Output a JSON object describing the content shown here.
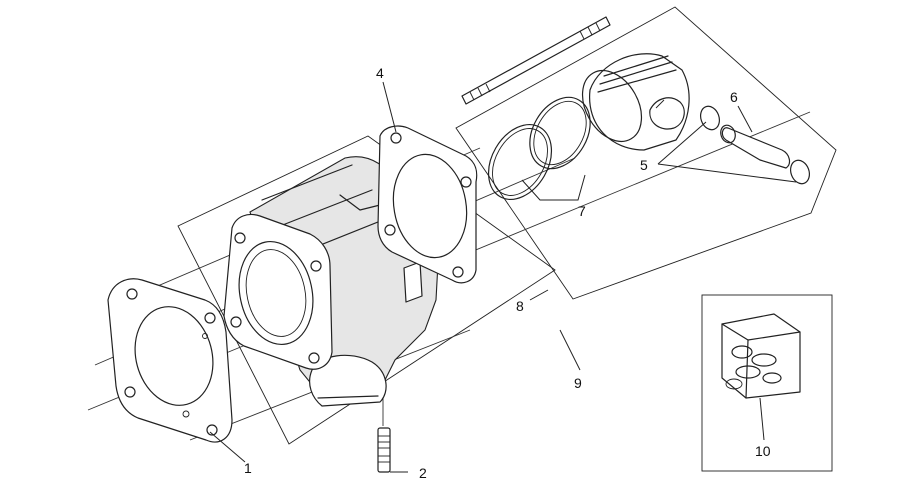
{
  "diagram": {
    "callouts": [
      {
        "id": "1",
        "text": "1"
      },
      {
        "id": "2",
        "text": "2"
      },
      {
        "id": "4",
        "text": "4"
      },
      {
        "id": "5",
        "text": "5"
      },
      {
        "id": "6",
        "text": "6"
      },
      {
        "id": "7",
        "text": "7"
      },
      {
        "id": "8",
        "text": "8"
      },
      {
        "id": "9",
        "text": "9"
      },
      {
        "id": "10",
        "text": "10"
      }
    ],
    "parts": [
      {
        "id": "1",
        "icon": "base-gasket-icon"
      },
      {
        "id": "2",
        "icon": "stud-bolt-icon"
      },
      {
        "id": "3",
        "icon": "cylinder-icon"
      },
      {
        "id": "4",
        "icon": "head-gasket-icon"
      },
      {
        "id": "5",
        "icon": "circlip-icon"
      },
      {
        "id": "6",
        "icon": "piston-pin-icon"
      },
      {
        "id": "7",
        "icon": "piston-ring-icon"
      },
      {
        "id": "8",
        "icon": "piston-kit-icon"
      },
      {
        "id": "9",
        "icon": "cylinder-kit-icon"
      },
      {
        "id": "10",
        "icon": "gasket-kit-icon"
      }
    ]
  }
}
